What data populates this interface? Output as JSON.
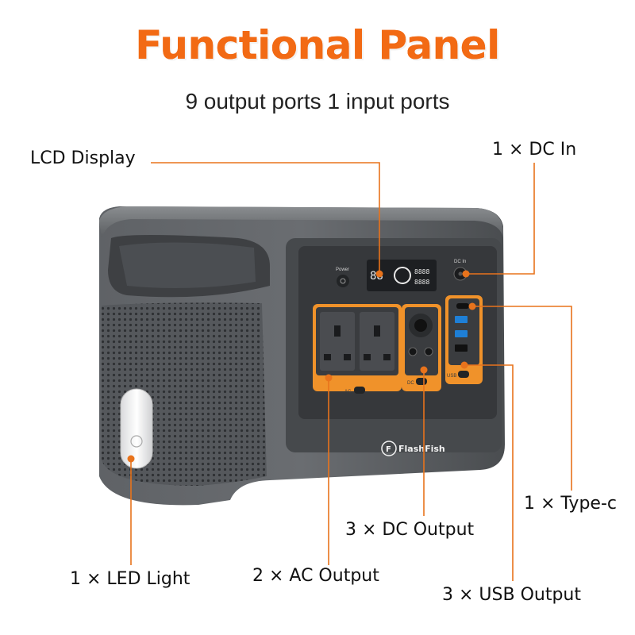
{
  "title": "Functional Panel",
  "subtitle": "9 output ports 1 input ports",
  "callouts": {
    "lcd": "LCD Display",
    "dc_in": "1 × DC In",
    "type_c": "1 × Type-c",
    "dc_output": "3 × DC Output",
    "led": "1 × LED Light",
    "ac_output": "2 × AC Output",
    "usb_output": "3 × USB Output"
  },
  "device": {
    "brand": "FlashFish",
    "power_label": "Power",
    "dc_in_label": "DC In",
    "ac_label": "AC",
    "dc_label": "DC",
    "usb_label": "USB"
  },
  "colors": {
    "accent": "#f26a14",
    "body": "#55585c",
    "panel": "#3b3d40",
    "port_orange": "#f0922a"
  }
}
